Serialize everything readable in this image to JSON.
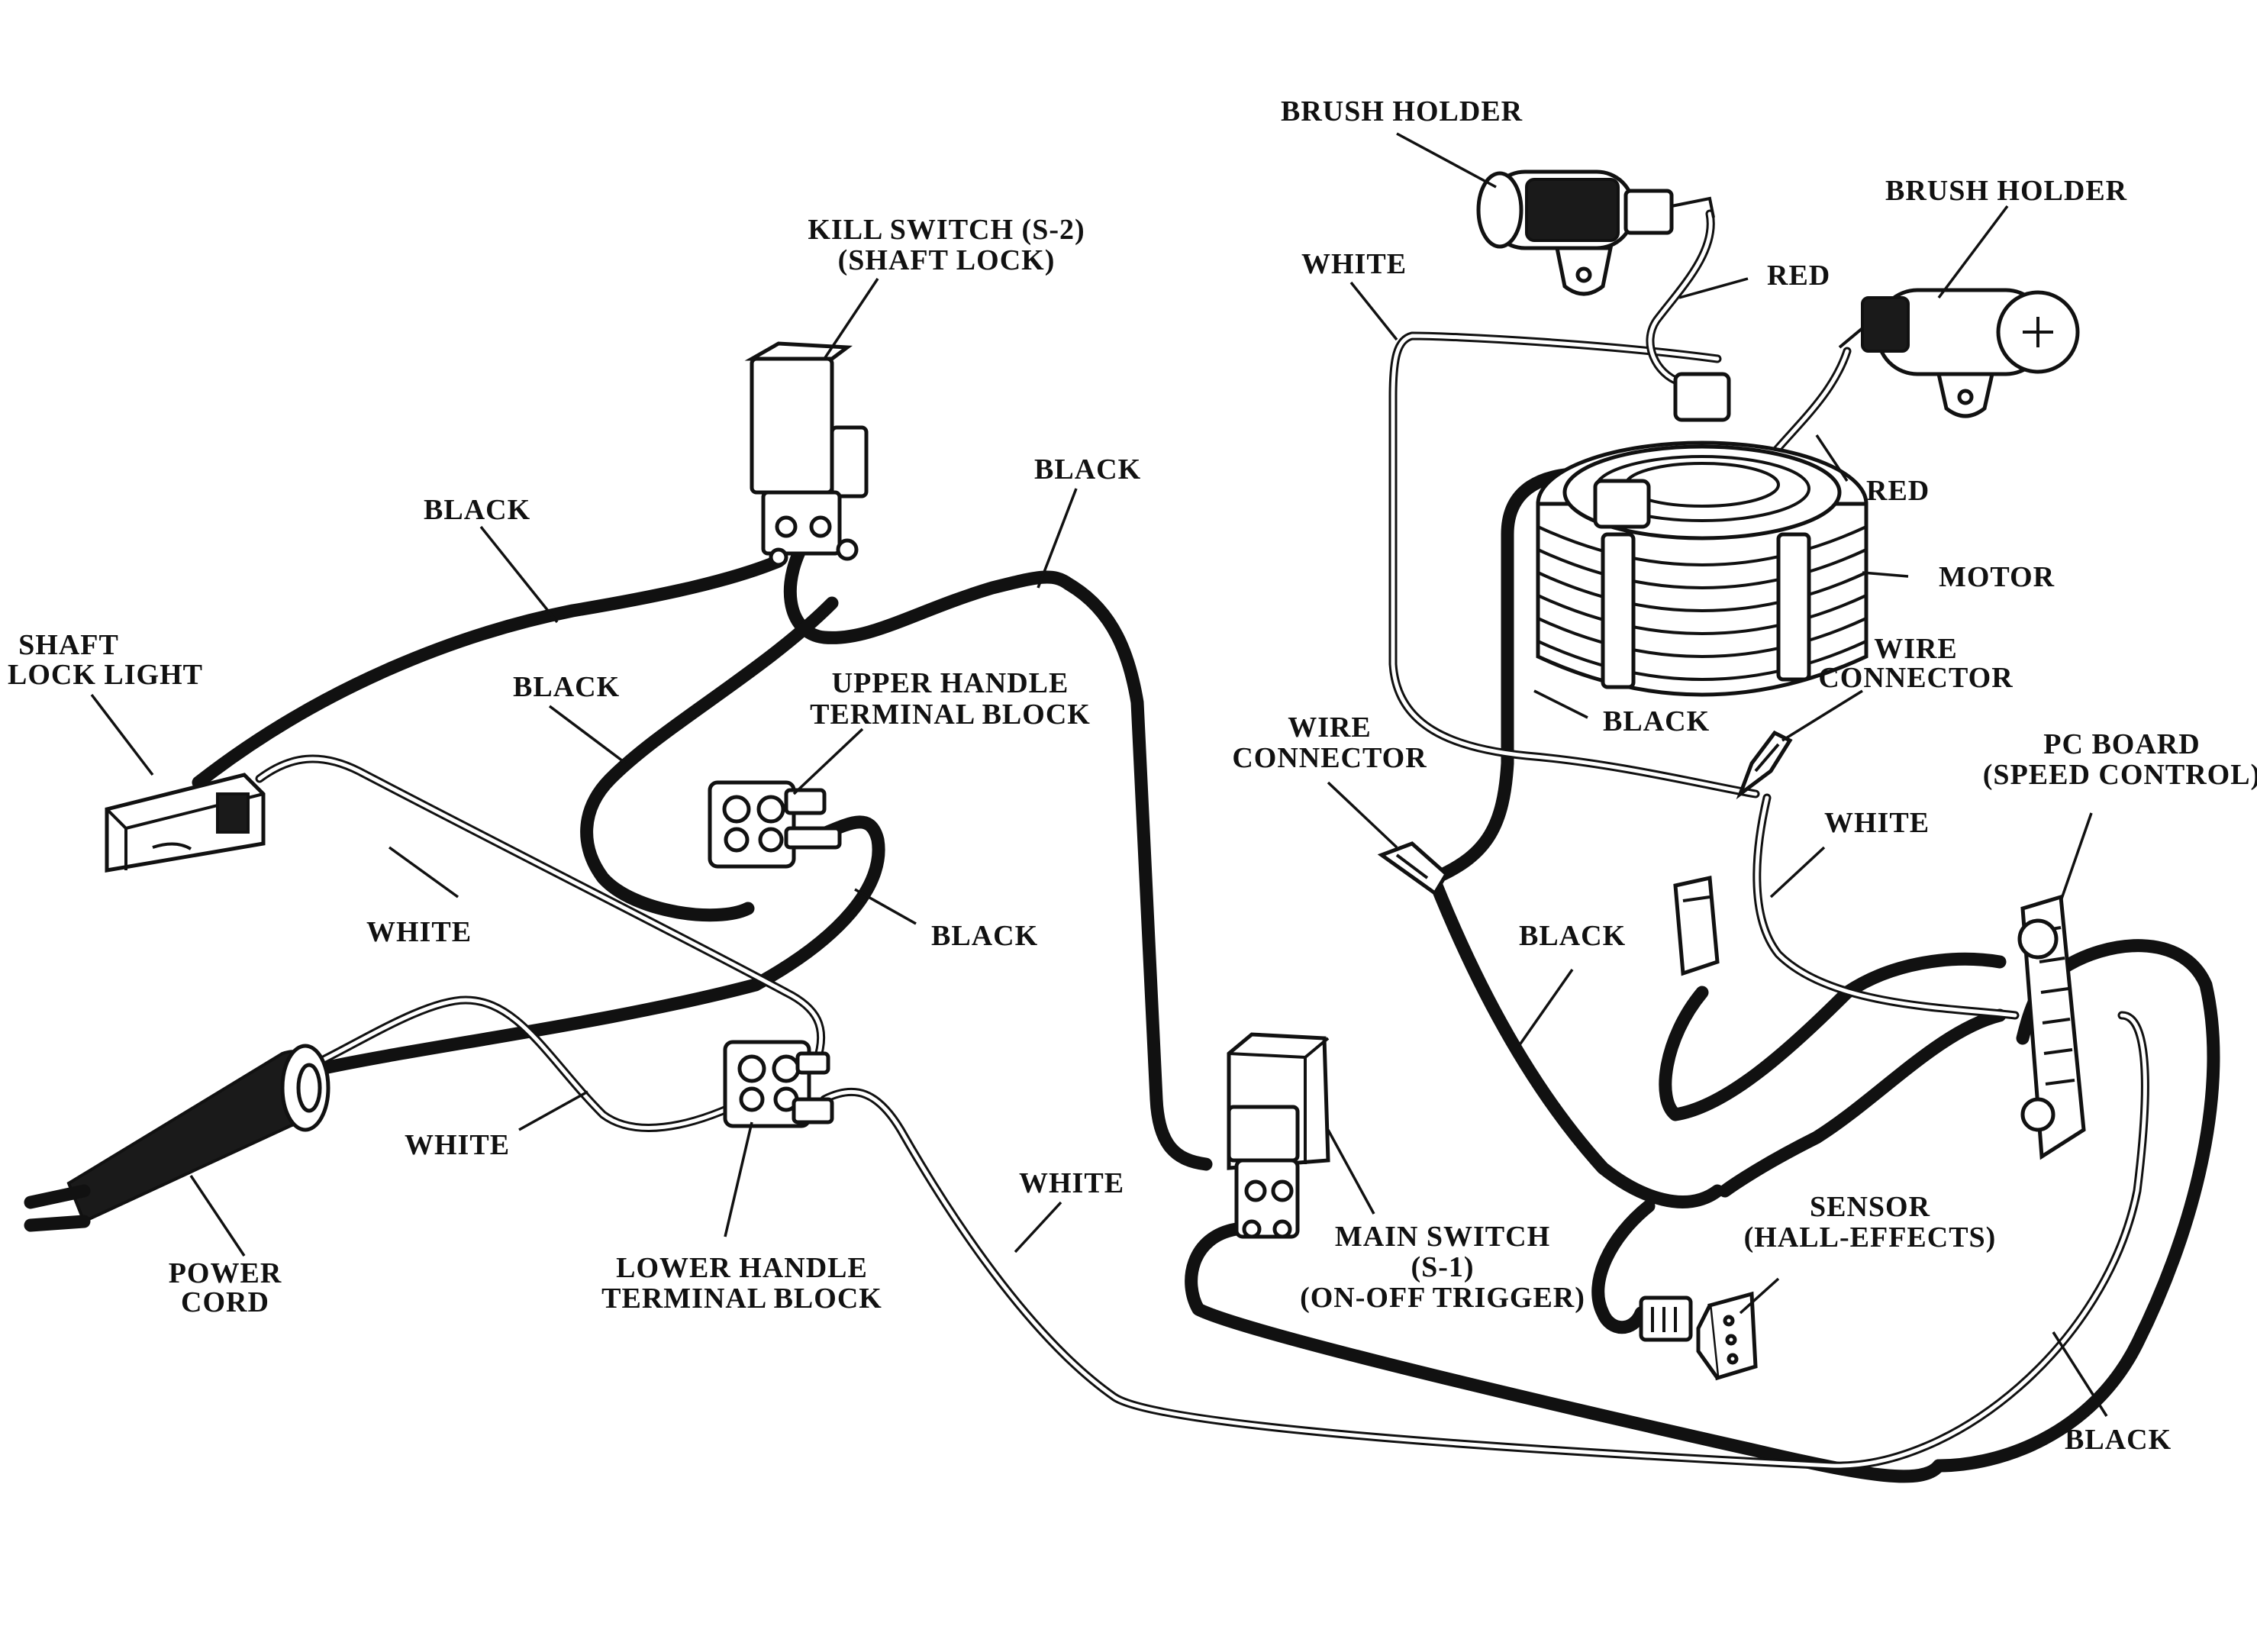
{
  "labels": {
    "brush_holder_top": "BRUSH HOLDER",
    "brush_holder_right": "BRUSH HOLDER",
    "kill_switch_line1": "KILL SWITCH (S-2)",
    "kill_switch_line2": "(SHAFT LOCK)",
    "white_top": "WHITE",
    "red_top": "RED",
    "red_right": "RED",
    "motor": "MOTOR",
    "black_top_center": "BLACK",
    "black_left": "BLACK",
    "shaft_lock_light_line1": "SHAFT",
    "shaft_lock_light_line2": "LOCK LIGHT",
    "black_mid_left": "BLACK",
    "upper_handle_line1": "UPPER HANDLE",
    "upper_handle_line2": "TERMINAL BLOCK",
    "black_motor": "BLACK",
    "wire_connector_right_line1": "WIRE",
    "wire_connector_right_line2": "CONNECTOR",
    "wire_connector_left_line1": "WIRE",
    "wire_connector_left_line2": "CONNECTOR",
    "pc_board_line1": "PC BOARD",
    "pc_board_line2": "(SPEED CONTROL)",
    "white_pc": "WHITE",
    "white_left": "WHITE",
    "black_upper_handle": "BLACK",
    "black_center_right": "BLACK",
    "white_power": "WHITE",
    "white_bottom": "WHITE",
    "power_cord_line1": "POWER",
    "power_cord_line2": "CORD",
    "lower_handle_line1": "LOWER HANDLE",
    "lower_handle_line2": "TERMINAL BLOCK",
    "main_switch_line1": "MAIN SWITCH",
    "main_switch_line2": "(S-1)",
    "main_switch_line3": "(ON-OFF TRIGGER)",
    "sensor_line1": "SENSOR",
    "sensor_line2": "(HALL-EFFECTS)",
    "black_bottom_right": "BLACK"
  },
  "colors": {
    "ink": "#111111",
    "paper": "#ffffff"
  }
}
